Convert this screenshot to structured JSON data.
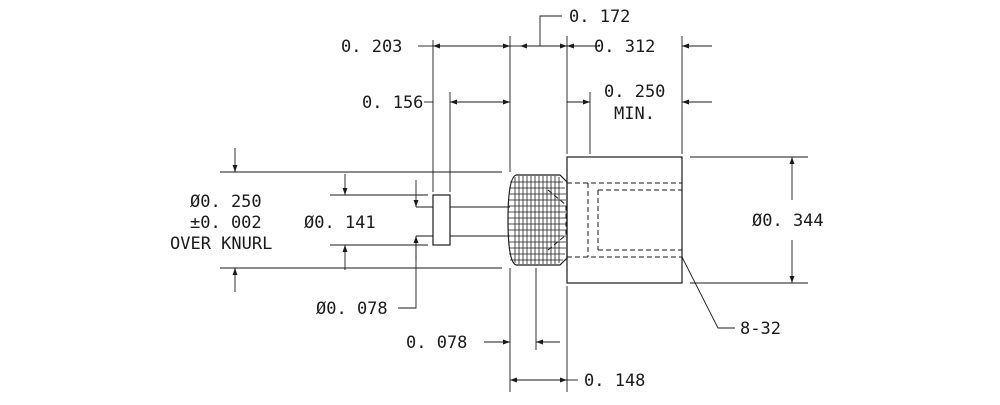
{
  "dimensions": {
    "d_0172": "0. 172",
    "d_0203": "0. 203",
    "d_0312": "0. 312",
    "d_0156": "0. 156",
    "d_0250_min_value": "0. 250",
    "d_0250_min_suffix": "MIN.",
    "knurl_dia_line1": "Ø0. 250",
    "knurl_dia_line2": "±0. 002",
    "knurl_dia_line3": "OVER KNURL",
    "d_dia_0141": "Ø0. 141",
    "d_dia_0344": "Ø0. 344",
    "d_dia_0078": "Ø0. 078",
    "d_0078": "0. 078",
    "thread_callout": "8-32",
    "d_0148": "0. 148"
  }
}
